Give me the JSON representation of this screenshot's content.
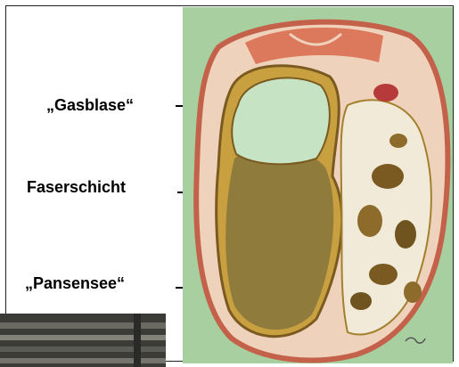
{
  "labels": {
    "gas_bubble": "„Gasblase“",
    "fiber_layer": "Faserschicht",
    "rumen_lake": "„Pansensee“"
  },
  "icons": {
    "arrow": "arrow-right-icon"
  },
  "colors": {
    "background": "#ffffff",
    "illustration_bg": "#a8cfa0",
    "gas_bubble": "#c6e3c4",
    "rumen_content": "#8f7b3c",
    "rumen_wall": "#c9a040",
    "outer_tissue": "#efd2bb",
    "muscle": "#d8684a"
  }
}
